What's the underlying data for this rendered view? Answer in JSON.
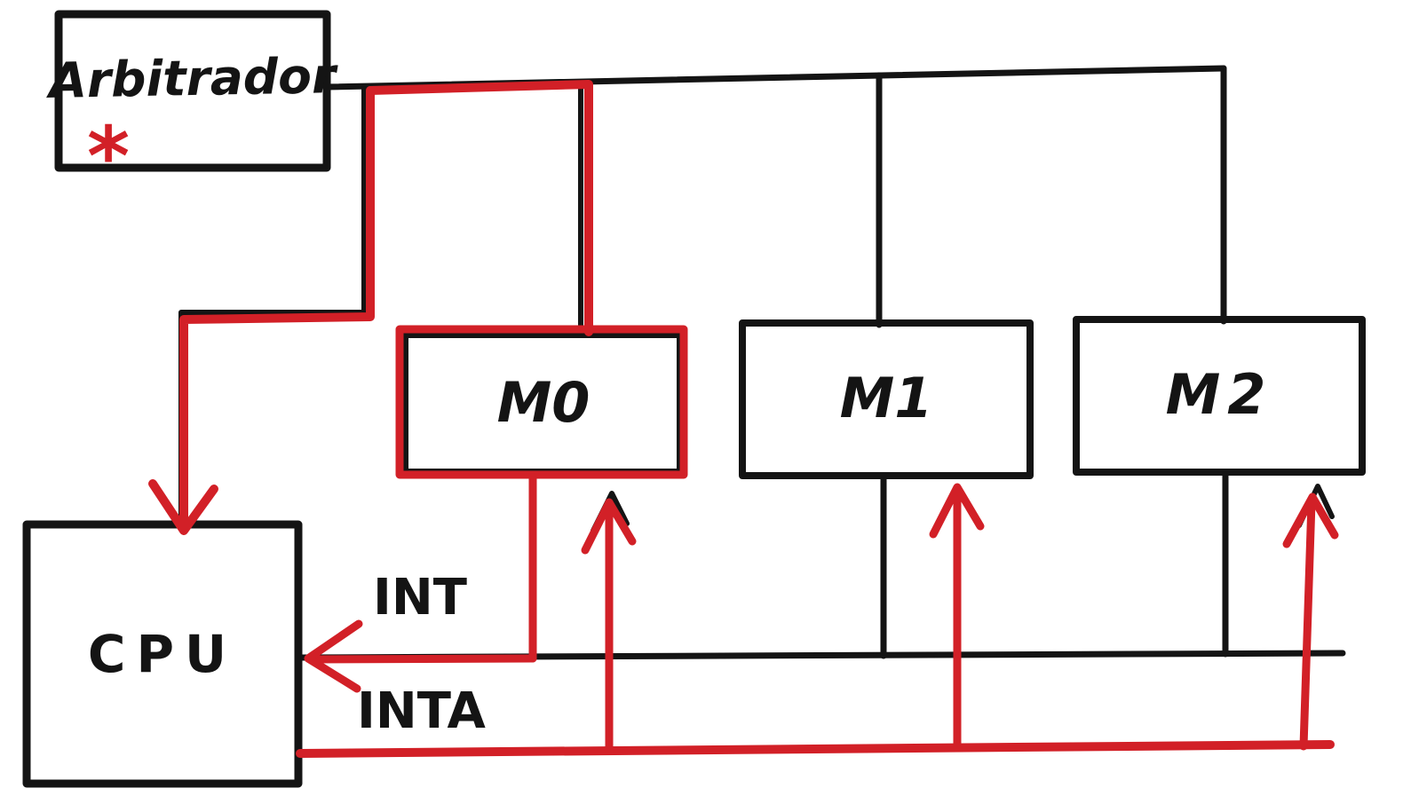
{
  "diagram": {
    "boxes": {
      "arbitrator": {
        "label": "Arbitrador",
        "asterisk": "*"
      },
      "m0": {
        "label": "M0"
      },
      "m1": {
        "label": "M1"
      },
      "m2": {
        "label": "M2"
      },
      "cpu": {
        "label": "CPU"
      }
    },
    "signals": {
      "int": {
        "label": "INT"
      },
      "inta": {
        "label": "INTA"
      }
    },
    "colors": {
      "line_black": "#141414",
      "line_red": "#d22027",
      "background": "#ffffff"
    }
  }
}
